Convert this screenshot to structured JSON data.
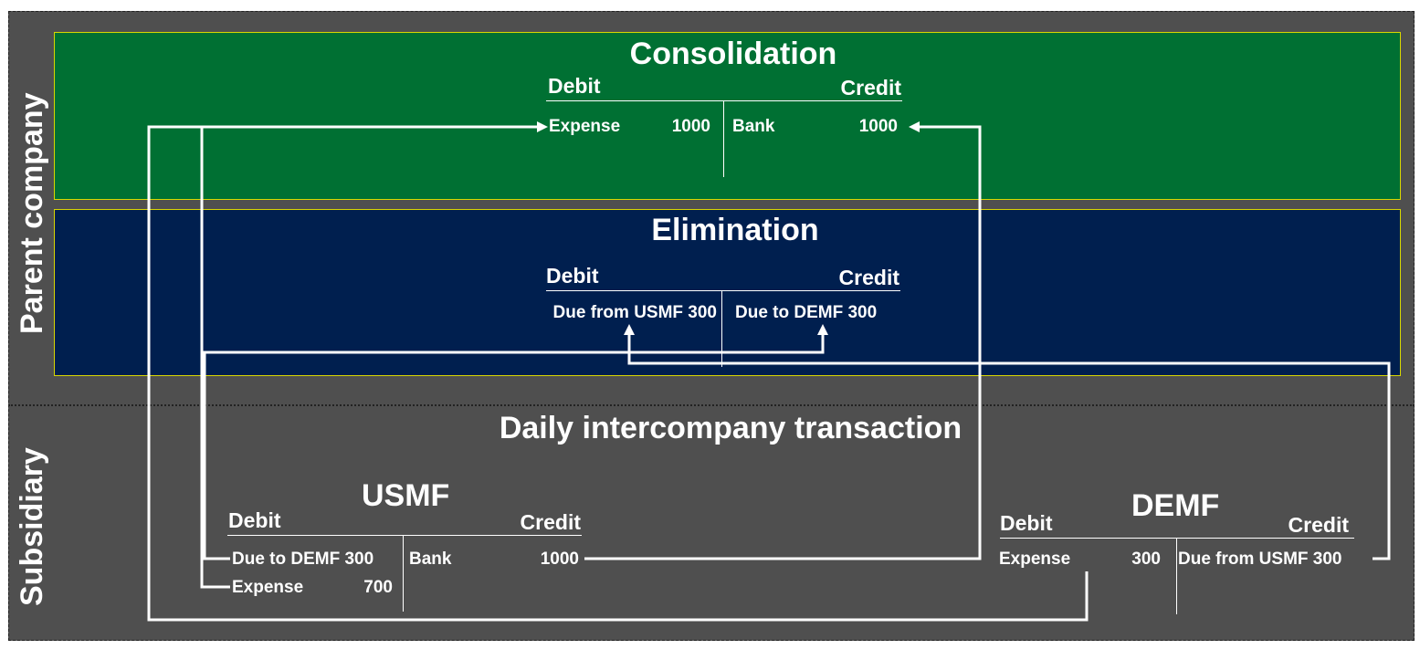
{
  "sides": {
    "parent": "Parent company",
    "subsidiary": "Subsidiary"
  },
  "consolidation": {
    "title": "Consolidation",
    "debit_header": "Debit",
    "credit_header": "Credit",
    "debit_account": "Expense",
    "debit_amount": "1000",
    "credit_account": "Bank",
    "credit_amount": "1000"
  },
  "elimination": {
    "title": "Elimination",
    "debit_header": "Debit",
    "credit_header": "Credit",
    "debit_entry": "Due from USMF 300",
    "credit_entry": "Due to DEMF 300"
  },
  "daily": {
    "title": "Daily intercompany transaction"
  },
  "usmf": {
    "title": "USMF",
    "debit_header": "Debit",
    "credit_header": "Credit",
    "debit_row1": "Due to DEMF 300",
    "debit_row2_account": "Expense",
    "debit_row2_amount": "700",
    "credit_account": "Bank",
    "credit_amount": "1000"
  },
  "demf": {
    "title": "DEMF",
    "debit_header": "Debit",
    "credit_header": "Credit",
    "debit_account": "Expense",
    "debit_amount": "300",
    "credit_entry": "Due from USMF 300"
  },
  "colors": {
    "frame": "#4f4f4f",
    "consolidation_band": "#007033",
    "elimination_band": "#001f4f",
    "band_border": "#d8d800",
    "text": "#ffffff"
  }
}
